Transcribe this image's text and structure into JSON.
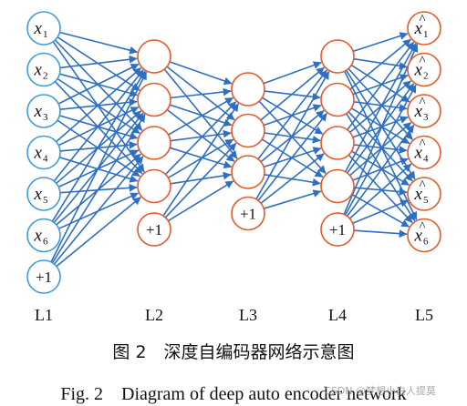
{
  "diagram": {
    "colors": {
      "edge": "#2f6fc1",
      "blue_node": "#3f9cd6",
      "orange_node": "#e55a2b"
    },
    "layers": [
      {
        "id": "L1",
        "label": "L1",
        "color": "blue",
        "nodes": [
          {
            "base": "x",
            "sub": "1",
            "hat": false
          },
          {
            "base": "x",
            "sub": "2",
            "hat": false
          },
          {
            "base": "x",
            "sub": "3",
            "hat": false
          },
          {
            "base": "x",
            "sub": "4",
            "hat": false
          },
          {
            "base": "x",
            "sub": "5",
            "hat": false
          },
          {
            "base": "x",
            "sub": "6",
            "hat": false
          },
          {
            "base": "+1",
            "sub": "",
            "hat": false,
            "bias": true
          }
        ]
      },
      {
        "id": "L2",
        "label": "L2",
        "color": "orange",
        "nodes": [
          {
            "base": "",
            "sub": ""
          },
          {
            "base": "",
            "sub": ""
          },
          {
            "base": "",
            "sub": ""
          },
          {
            "base": "",
            "sub": ""
          },
          {
            "base": "+1",
            "sub": "",
            "bias": true
          }
        ]
      },
      {
        "id": "L3",
        "label": "L3",
        "color": "orange",
        "nodes": [
          {
            "base": "",
            "sub": ""
          },
          {
            "base": "",
            "sub": ""
          },
          {
            "base": "",
            "sub": ""
          },
          {
            "base": "+1",
            "sub": "",
            "bias": true
          }
        ]
      },
      {
        "id": "L4",
        "label": "L4",
        "color": "orange",
        "nodes": [
          {
            "base": "",
            "sub": ""
          },
          {
            "base": "",
            "sub": ""
          },
          {
            "base": "",
            "sub": ""
          },
          {
            "base": "",
            "sub": ""
          },
          {
            "base": "+1",
            "sub": "",
            "bias": true
          }
        ]
      },
      {
        "id": "L5",
        "label": "L5",
        "color": "orange",
        "nodes": [
          {
            "base": "x",
            "sub": "1",
            "hat": true
          },
          {
            "base": "x",
            "sub": "2",
            "hat": true
          },
          {
            "base": "x",
            "sub": "3",
            "hat": true
          },
          {
            "base": "x",
            "sub": "4",
            "hat": true
          },
          {
            "base": "x",
            "sub": "5",
            "hat": true
          },
          {
            "base": "x",
            "sub": "6",
            "hat": true
          }
        ]
      }
    ]
  },
  "caption": {
    "zh": "图 2　深度自编码器网络示意图",
    "en": "Fig. 2　Diagram of deep auto encoder network"
  },
  "watermark": "CSDN @梦想小白人提莫"
}
